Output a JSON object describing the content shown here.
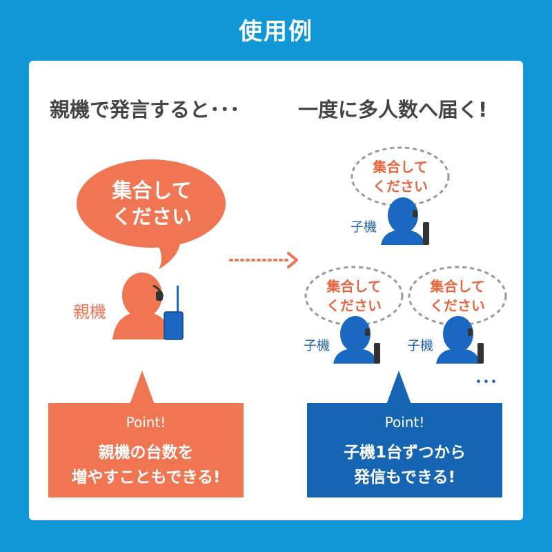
{
  "title": "使用例",
  "heading_left": "親機で発言すると･･･",
  "heading_right": "一度に多人数へ届く!",
  "speech_main": {
    "line1": "集合して",
    "line2": "ください"
  },
  "speech_child": {
    "line1": "集合して",
    "line2": "ください"
  },
  "label_parent": "親機",
  "label_child": "子機",
  "ellipsis": "･･･",
  "point_left": {
    "label": "Point!",
    "line1": "親機の台数を",
    "line2": "増やすこともできる!"
  },
  "point_right": {
    "label": "Point!",
    "line1": "子機1台ずつから",
    "line2": "発信もできる!"
  },
  "colors": {
    "background": "#1196d6",
    "orange": "#f07552",
    "blue": "#1665b3",
    "person_blue": "#1a68c0"
  }
}
